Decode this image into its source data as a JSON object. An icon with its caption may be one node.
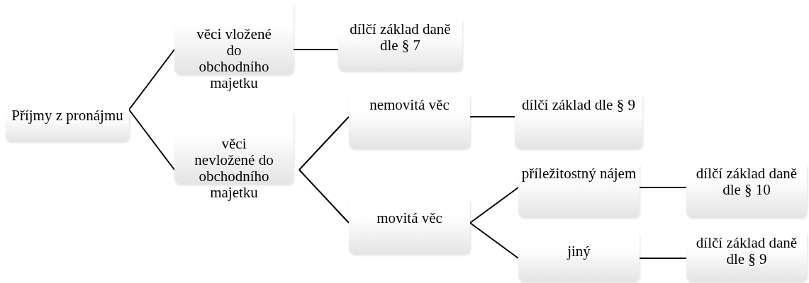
{
  "diagram": {
    "nodes": [
      {
        "text": [
          "Příjmy z pronájmu"
        ]
      },
      {
        "text": [
          "věci vložené do obchodního majetku"
        ]
      },
      {
        "text": [
          "dílčí základ daně dle § 7"
        ]
      },
      {
        "text": [
          "věci nevložené do obchodního majetku"
        ]
      },
      {
        "text": [
          "nemovitá věc"
        ]
      },
      {
        "text": [
          "dílčí základ dle § 9"
        ]
      },
      {
        "text": [
          "movitá věc"
        ]
      },
      {
        "text": [
          "příležitostný nájem"
        ]
      },
      {
        "text": [
          "dílčí základ daně dle § 10"
        ]
      },
      {
        "text": [
          "jiný"
        ]
      },
      {
        "text": [
          "dílčí základ daně dle § 9"
        ]
      }
    ],
    "edges": [
      {
        "from": 0,
        "to": 1,
        "arrow": "none"
      },
      {
        "from": 0,
        "to": 3,
        "arrow": "none"
      },
      {
        "from": 1,
        "to": 2,
        "arrow": "none"
      },
      {
        "from": 3,
        "to": 4,
        "arrow": "none"
      },
      {
        "from": 3,
        "to": 6,
        "arrow": "none"
      },
      {
        "from": 4,
        "to": 5,
        "arrow": "none"
      },
      {
        "from": 6,
        "to": 7,
        "arrow": "none"
      },
      {
        "from": 6,
        "to": 9,
        "arrow": "none"
      },
      {
        "from": 7,
        "to": 8,
        "arrow": "none"
      },
      {
        "from": 9,
        "to": 10,
        "arrow": "none"
      }
    ]
  }
}
